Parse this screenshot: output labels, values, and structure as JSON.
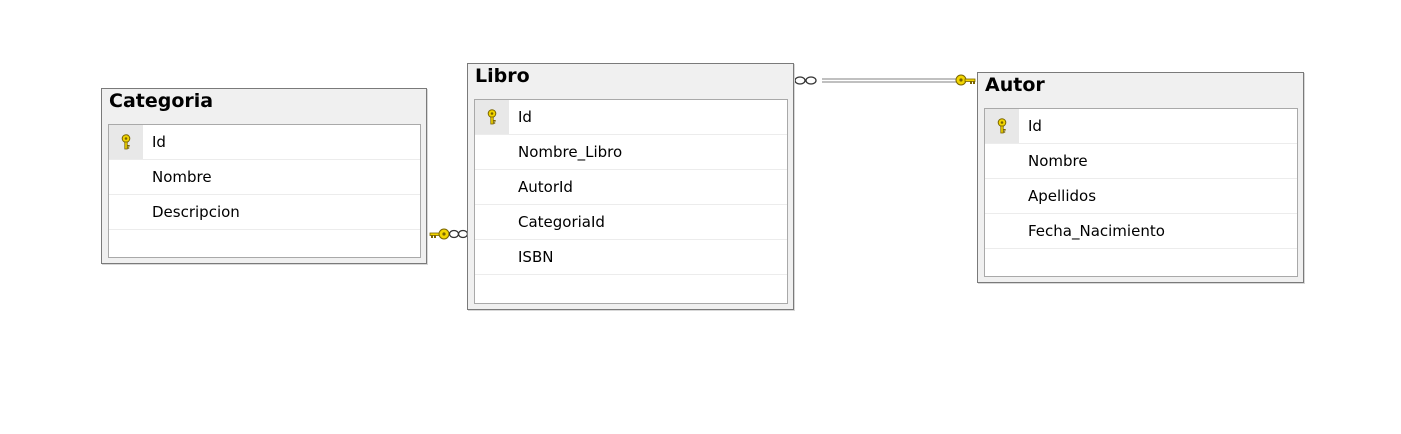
{
  "tables": {
    "categoria": {
      "title": "Categoria",
      "columns": [
        {
          "name": "Id",
          "primary_key": true
        },
        {
          "name": "Nombre",
          "primary_key": false
        },
        {
          "name": "Descripcion",
          "primary_key": false
        }
      ]
    },
    "libro": {
      "title": "Libro",
      "columns": [
        {
          "name": "Id",
          "primary_key": true
        },
        {
          "name": "Nombre_Libro",
          "primary_key": false
        },
        {
          "name": "AutorId",
          "primary_key": false
        },
        {
          "name": "CategoriaId",
          "primary_key": false
        },
        {
          "name": "ISBN",
          "primary_key": false
        }
      ]
    },
    "autor": {
      "title": "Autor",
      "columns": [
        {
          "name": "Id",
          "primary_key": true
        },
        {
          "name": "Nombre",
          "primary_key": false
        },
        {
          "name": "Apellidos",
          "primary_key": false
        },
        {
          "name": "Fecha_Nacimiento",
          "primary_key": false
        }
      ]
    }
  },
  "relationships": [
    {
      "from": "libro",
      "from_end": "many",
      "to": "autor",
      "to_end": "one"
    },
    {
      "from": "libro",
      "from_end": "many",
      "to": "categoria",
      "to_end": "one"
    }
  ],
  "colors": {
    "key_icon": "#f2d500",
    "relation_line": "#808080"
  }
}
